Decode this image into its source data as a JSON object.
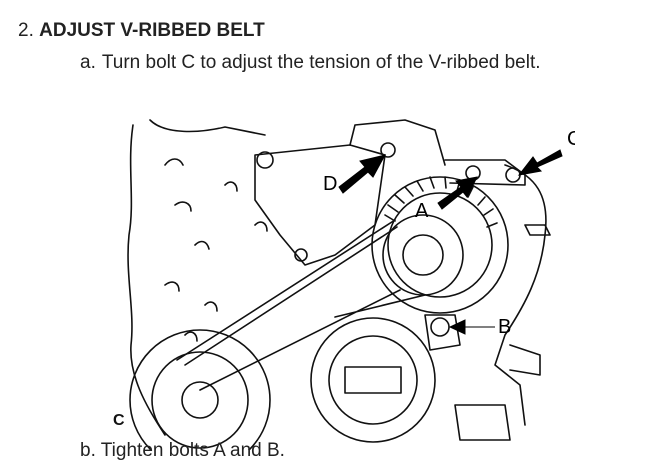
{
  "step": {
    "number": "2.",
    "title": "ADJUST V-RIBBED BELT"
  },
  "substep_a": {
    "letter": "a.",
    "text": "Turn bolt C to adjust the tension of the V-ribbed belt."
  },
  "diagram": {
    "callouts": {
      "a": "A",
      "b": "B",
      "c": "C",
      "d": "D"
    },
    "figure_id": "C"
  },
  "substep_b": {
    "text": "b. Tighten bolts A and B."
  }
}
